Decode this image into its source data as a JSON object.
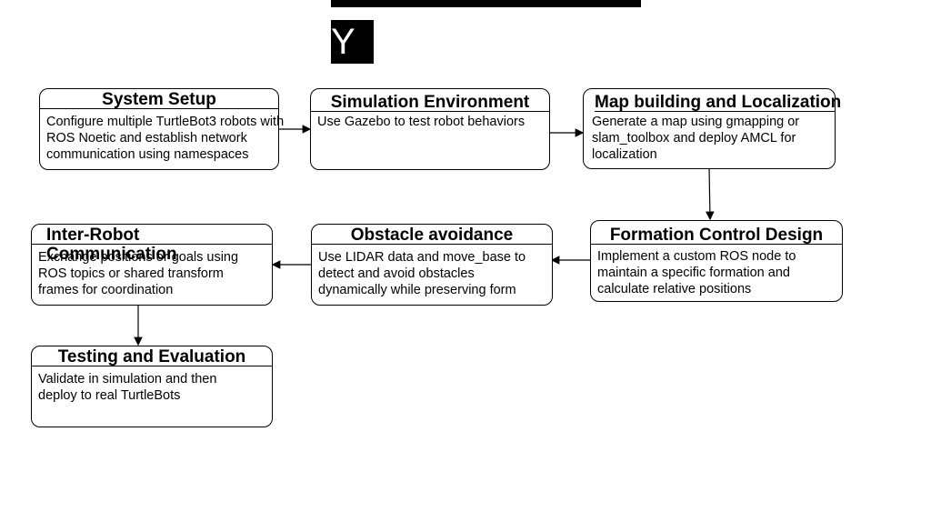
{
  "header": {
    "glyph": "Y"
  },
  "nodes": {
    "setup": {
      "title": "System Setup",
      "desc": "Configure multiple TurtleBot3 robots with ROS Noetic and establish network communication using namespaces"
    },
    "sim": {
      "title": "Simulation Environment",
      "desc": "Use Gazebo to test robot behaviors"
    },
    "map": {
      "title": "Map building and Localization",
      "desc": "Generate a map using gmapping or slam_toolbox and deploy AMCL for localization"
    },
    "formation": {
      "title": "Formation Control Design",
      "desc": "Implement a custom ROS node to maintain a specific formation and calculate relative positions"
    },
    "obstacle": {
      "title": "Obstacle avoidance",
      "desc": "Use LIDAR data and move_base to detect and avoid obstacles dynamically while preserving form"
    },
    "comm": {
      "title": "Inter-Robot Communication",
      "desc": "Exchange positions or goals using ROS topics or shared transform frames for coordination"
    },
    "testing": {
      "title": "Testing and Evaluation",
      "desc": "Validate in simulation and then deploy to real TurtleBots"
    }
  }
}
